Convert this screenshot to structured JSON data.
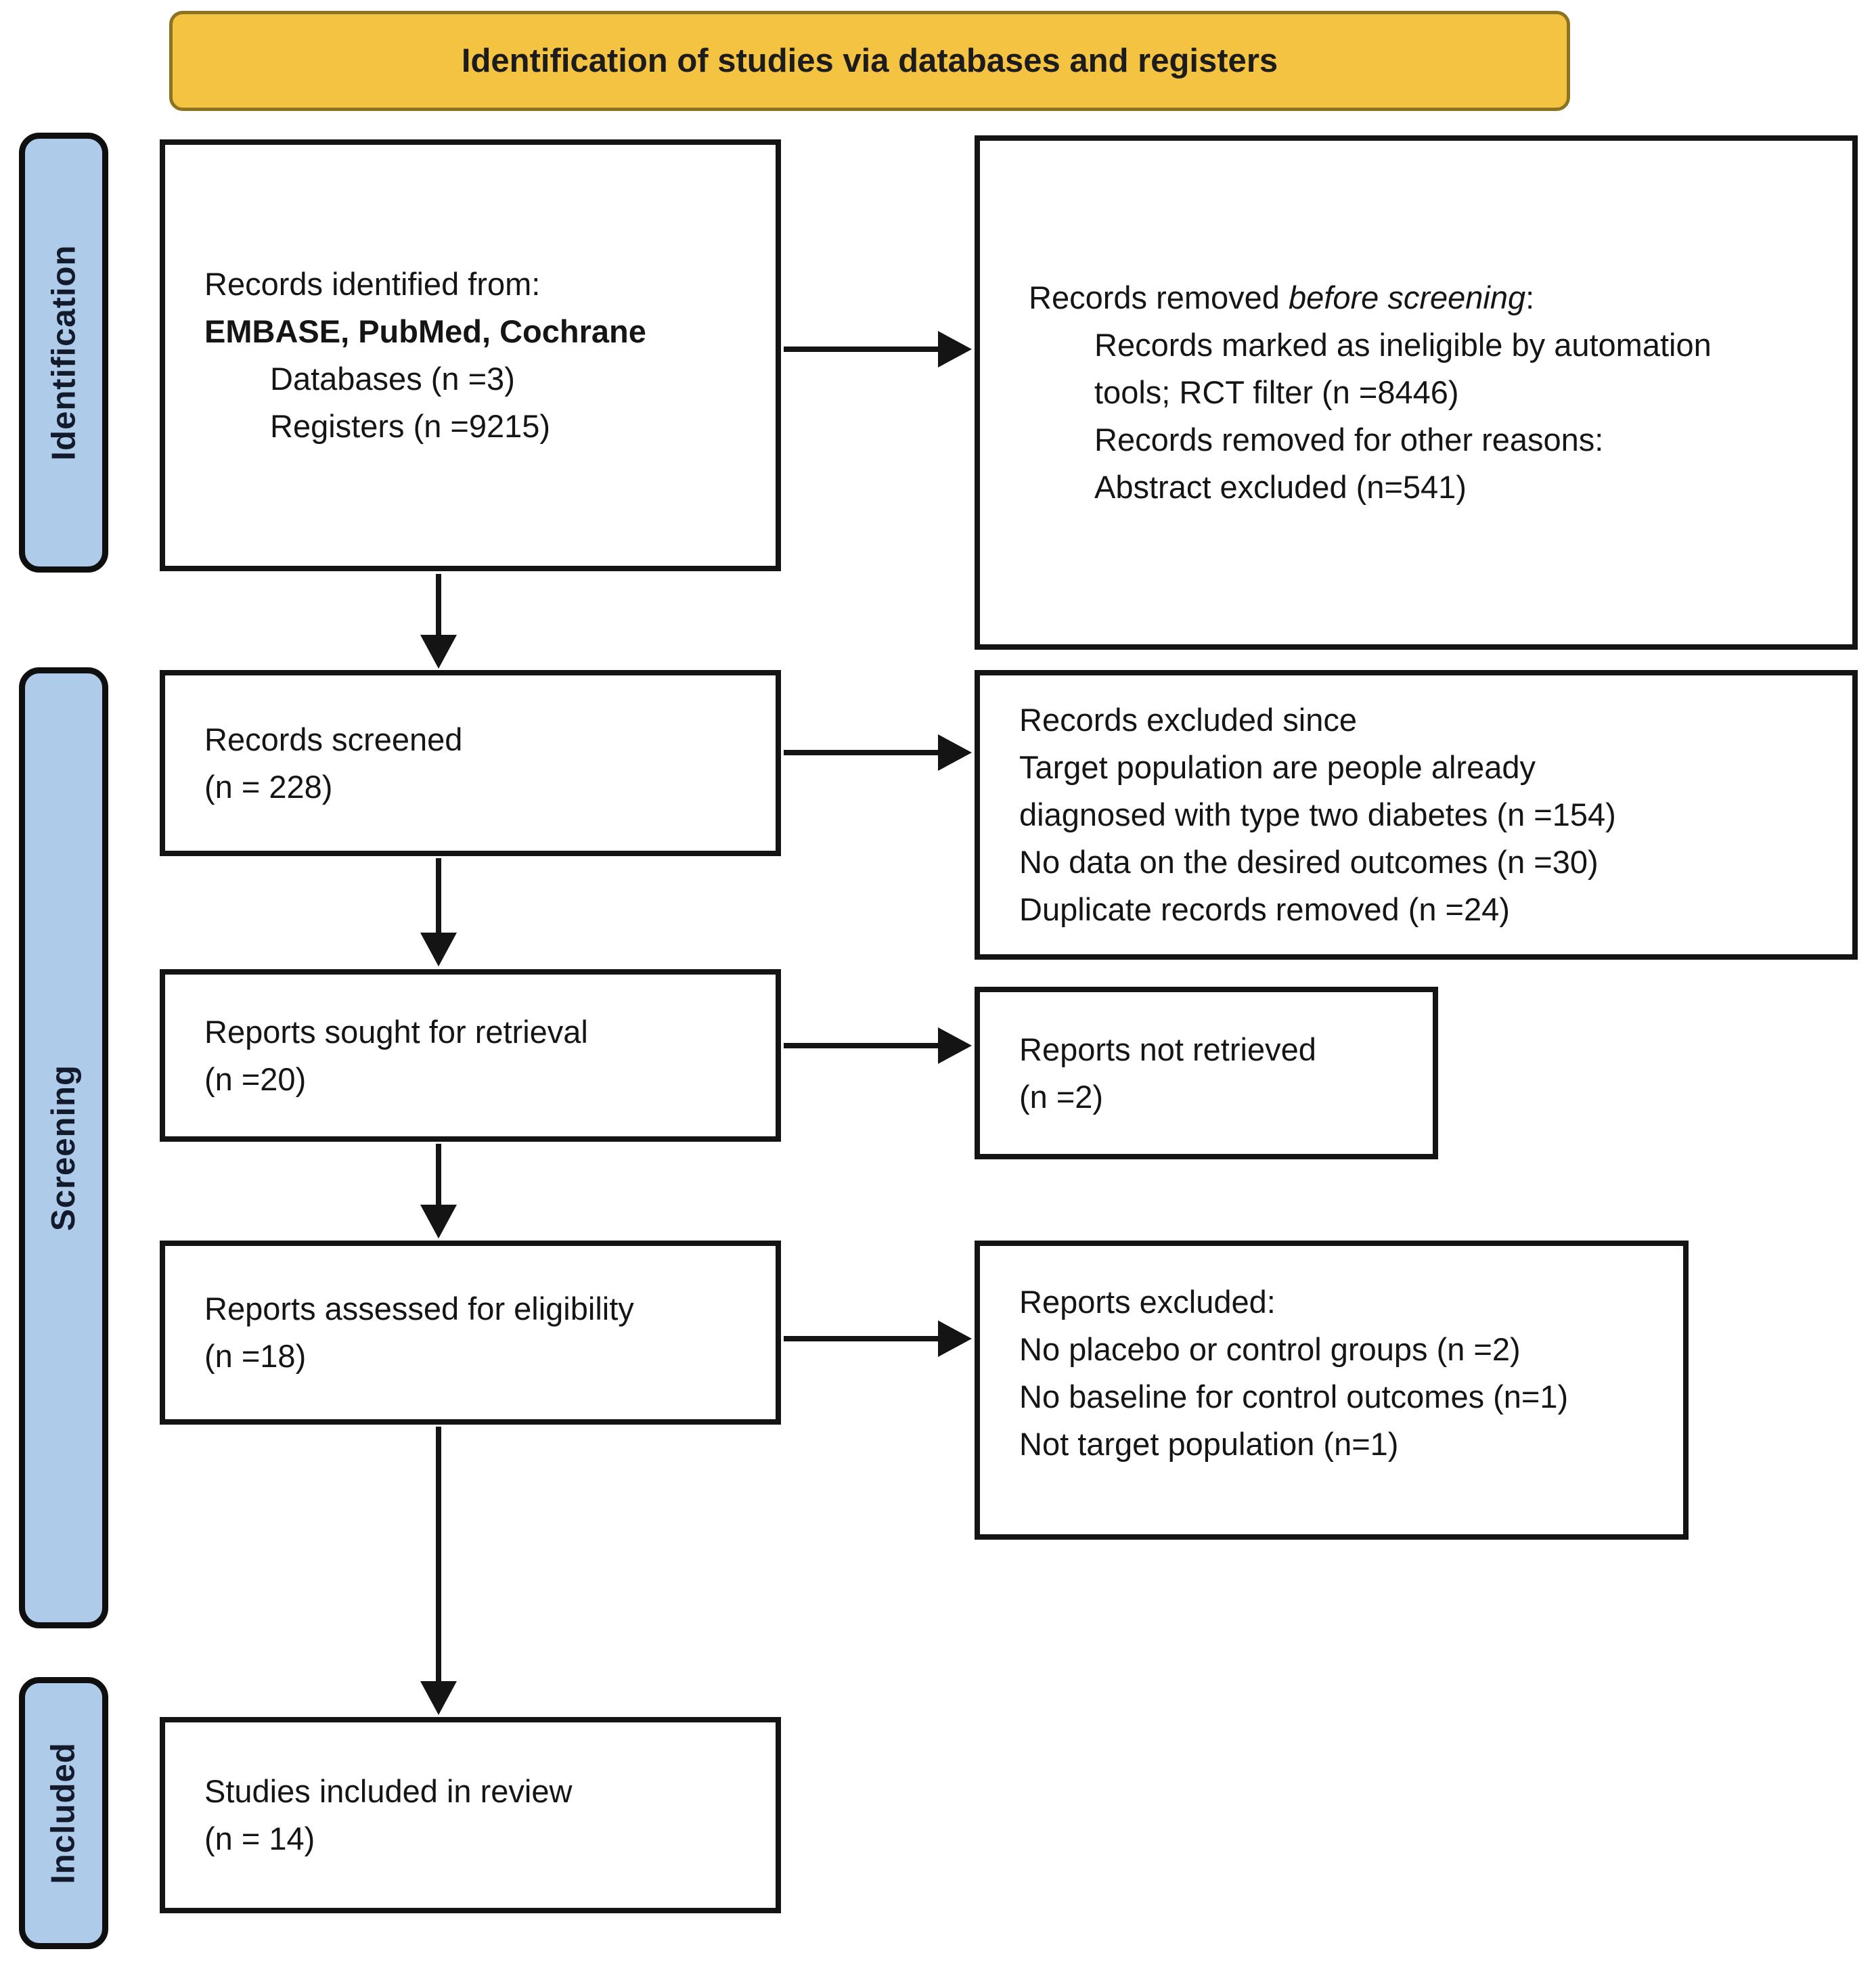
{
  "banner": {
    "title": "Identification of studies via databases and registers"
  },
  "colors": {
    "banner_bg": "#F5C342",
    "banner_border": "#8C7322",
    "phase_bg": "#AECBE9",
    "line": "#141414"
  },
  "sidebar": {
    "items": [
      {
        "label": "Identification"
      },
      {
        "label": "Screening"
      },
      {
        "label": "Included"
      }
    ]
  },
  "boxes": {
    "identified": {
      "l1": "Records identified from:",
      "l2": "EMBASE, PubMed, Cochrane",
      "l3": "Databases (n =3)",
      "l4": "Registers (n =9215)"
    },
    "removed_before": {
      "l1a": "Records removed ",
      "l1b": "before screening",
      "l1c": ":",
      "l2": "Records marked as ineligible by automation",
      "l3": "tools; RCT filter (n =8446)",
      "l4": "Records removed for other reasons:",
      "l5": "Abstract excluded (n=541)"
    },
    "screened": {
      "l1": "Records screened",
      "l2": "(n = 228)"
    },
    "excluded_since": {
      "l1": "Records excluded since",
      "l2": "Target population are people already",
      "l3": "diagnosed with type two diabetes (n =154)",
      "l4": "No data on the desired outcomes (n =30)",
      "l5": "Duplicate records removed (n =24)"
    },
    "sought": {
      "l1": "Reports sought for retrieval",
      "l2": "(n =20)"
    },
    "not_retrieved": {
      "l1": "Reports not retrieved",
      "l2": "(n =2)"
    },
    "assessed": {
      "l1": "Reports assessed for eligibility",
      "l2": "(n =18)"
    },
    "reports_excluded": {
      "l1": "Reports excluded:",
      "l2": "No placebo or control groups (n =2)",
      "l3": "No baseline for control outcomes (n=1)",
      "l4": "Not target population (n=1)"
    },
    "included_review": {
      "l1": "Studies included in review",
      "l2": "(n = 14)"
    }
  }
}
